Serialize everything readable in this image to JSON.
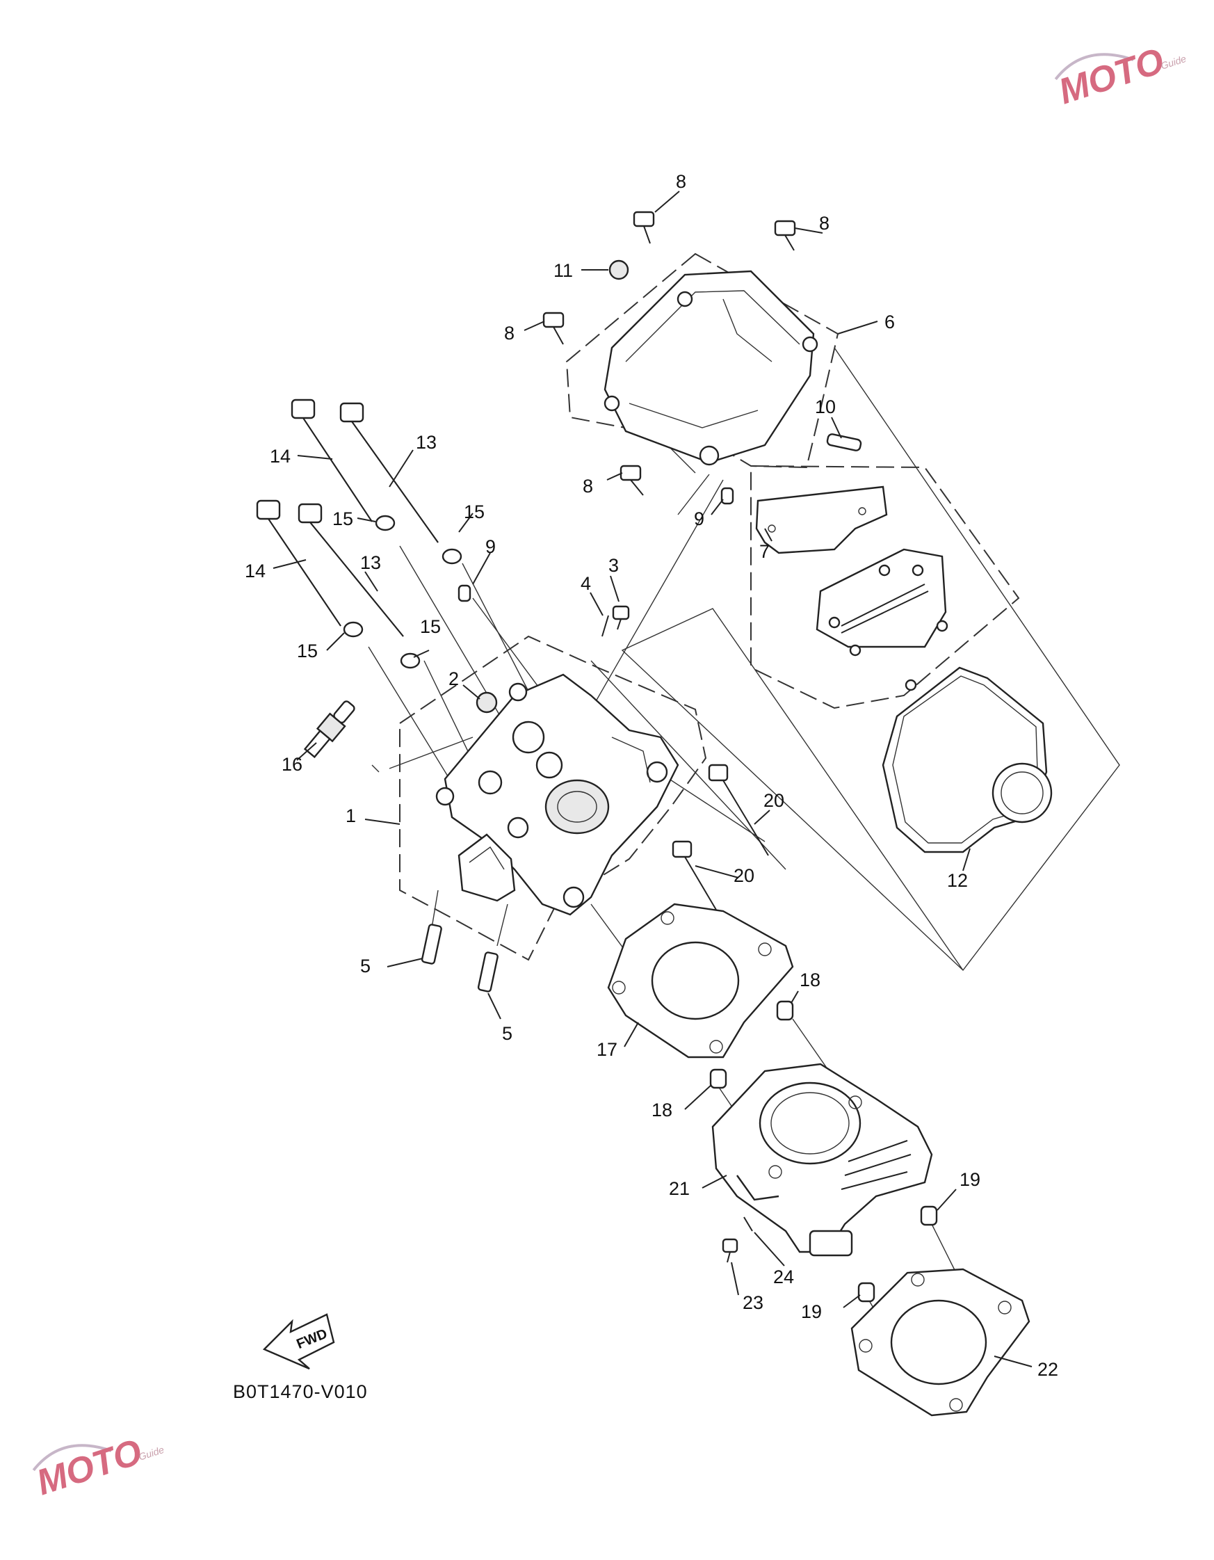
{
  "diagram": {
    "code": "B0T1470-V010",
    "fwd_label": "FWD",
    "watermark": {
      "text": "MOTO",
      "sub": "Guide",
      "color": "#d66a80"
    },
    "callouts": {
      "c8a": "8",
      "c8b": "8",
      "c8c": "8",
      "c8d": "8",
      "c11": "11",
      "c6": "6",
      "c10": "10",
      "c9a": "9",
      "c9b": "9",
      "c7": "7",
      "c14a": "14",
      "c14b": "14",
      "c13a": "13",
      "c13b": "13",
      "c15a": "15",
      "c15b": "15",
      "c15c": "15",
      "c15d": "15",
      "c3": "3",
      "c4": "4",
      "c2": "2",
      "c16": "16",
      "c1": "1",
      "c20a": "20",
      "c20b": "20",
      "c12": "12",
      "c5a": "5",
      "c5b": "5",
      "c18a": "18",
      "c18b": "18",
      "c17": "17",
      "c21": "21",
      "c19a": "19",
      "c19b": "19",
      "c24": "24",
      "c23": "23",
      "c22": "22"
    }
  }
}
